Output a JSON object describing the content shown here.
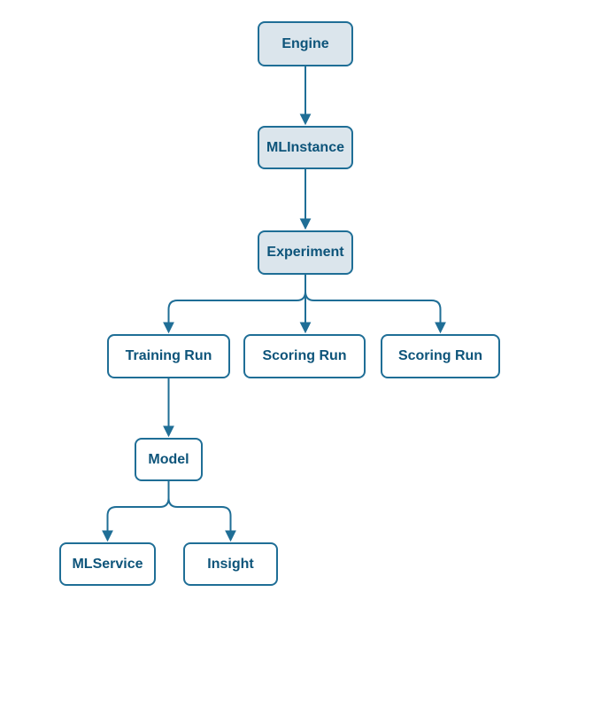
{
  "diagram": {
    "type": "hierarchy-flowchart",
    "colors": {
      "stroke": "#1f6e96",
      "text": "#0d547a",
      "fill_highlight": "#dbe5ec",
      "fill_plain": "#ffffff"
    },
    "nodes": {
      "engine": {
        "label": "Engine"
      },
      "mlinstance": {
        "label": "MLInstance"
      },
      "experiment": {
        "label": "Experiment"
      },
      "training_run": {
        "label": "Training Run"
      },
      "scoring_run_1": {
        "label": "Scoring Run"
      },
      "scoring_run_2": {
        "label": "Scoring Run"
      },
      "model": {
        "label": "Model"
      },
      "mlservice": {
        "label": "MLService"
      },
      "insight": {
        "label": "Insight"
      }
    },
    "edges": [
      {
        "from": "engine",
        "to": "mlinstance"
      },
      {
        "from": "mlinstance",
        "to": "experiment"
      },
      {
        "from": "experiment",
        "to": "training_run"
      },
      {
        "from": "experiment",
        "to": "scoring_run_1"
      },
      {
        "from": "experiment",
        "to": "scoring_run_2"
      },
      {
        "from": "training_run",
        "to": "model"
      },
      {
        "from": "model",
        "to": "mlservice"
      },
      {
        "from": "model",
        "to": "insight"
      }
    ]
  }
}
